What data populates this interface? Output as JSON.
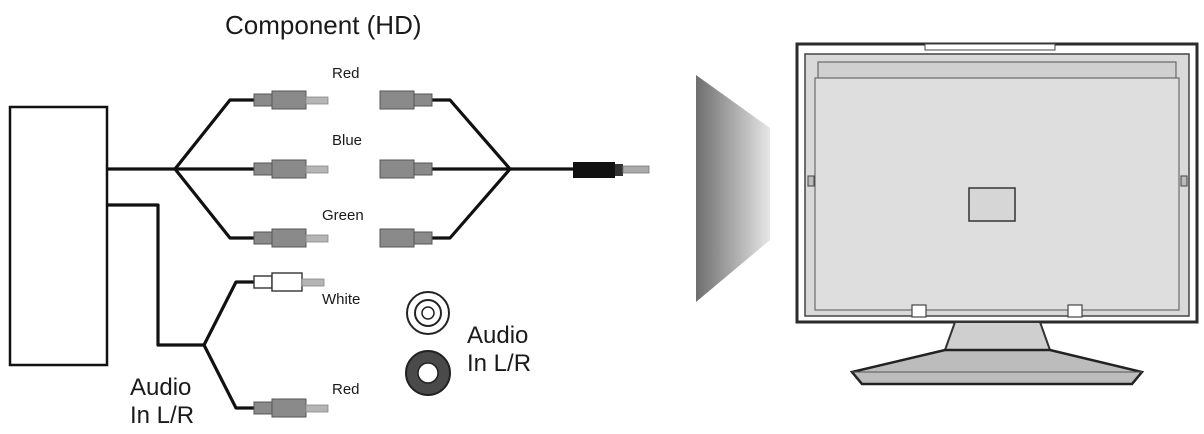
{
  "diagram": {
    "title": "Component (HD)",
    "cables": {
      "red": "Red",
      "blue": "Blue",
      "green": "Green",
      "white": "White",
      "audio_red": "Red"
    },
    "audio_label_left": {
      "line1": "Audio",
      "line2": "In L/R"
    },
    "audio_label_jacks": {
      "line1": "Audio",
      "line2": "In L/R"
    },
    "colors": {
      "wire": "#111111",
      "plug": "#8a8a8a",
      "tv_frame": "#2b2b2b",
      "tv_back": "#d9d9d9",
      "beam": "#777777"
    },
    "icons": [
      "source-device-box",
      "rca-plug",
      "mini-jack-plug",
      "white-audio-jack-icon",
      "red-audio-jack-icon",
      "view-beam",
      "tv-back-panel"
    ]
  }
}
